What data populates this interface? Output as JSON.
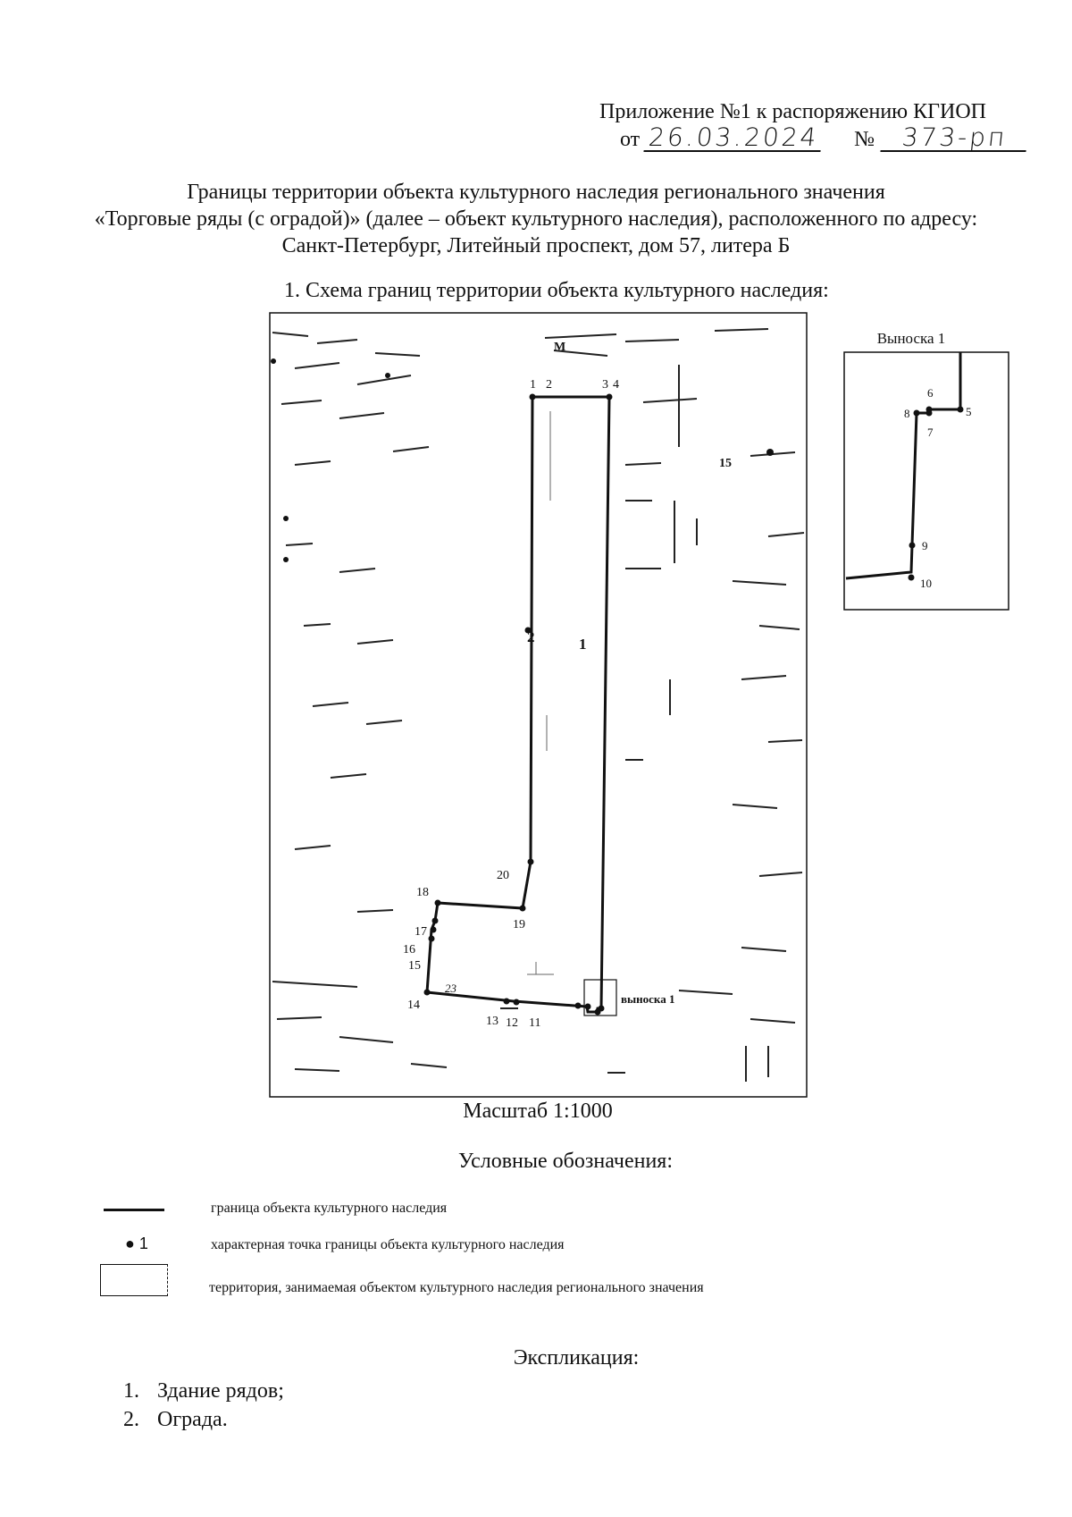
{
  "header": {
    "line1": "Приложение №1 к распоряжению КГИОП",
    "from_prefix": "от",
    "date_handwritten": "26.03.2024",
    "number_sign": "№",
    "number_handwritten": "373-рп"
  },
  "title": {
    "line1": "Границы территории объекта культурного наследия регионального значения",
    "line2": "«Торговые ряды (с оградой)» (далее – объект культурного наследия), расположенного по адресу:",
    "line3": "Санкт-Петербург, Литейный проспект, дом 57, литера Б"
  },
  "scheme": {
    "heading": "1.  Схема границ территории объекта культурного наследия:",
    "scale": "Масштаб 1:1000",
    "callout_label": "выноска 1",
    "area_label_1": "1",
    "area_label_2": "2",
    "map_fragment_1": "М",
    "map_fragment_2": "15",
    "map_fragment_3": "23",
    "point_labels": [
      "1",
      "2",
      "3",
      "4",
      "11",
      "12",
      "13",
      "14",
      "15",
      "16",
      "17",
      "18",
      "19",
      "20"
    ]
  },
  "inset": {
    "title": "Выноска 1",
    "point_labels": [
      "5",
      "6",
      "7",
      "8",
      "9",
      "10"
    ]
  },
  "legend": {
    "heading": "Условные обозначения:",
    "boundary_line": "граница объекта культурного наследия",
    "point_symbol": "1",
    "point_text": "характерная точка границы объекта культурного наследия",
    "area_text": "территория, занимаемая объектом культурного наследия регионального значения"
  },
  "explication": {
    "heading": "Экспликация:",
    "items": [
      {
        "num": "1.",
        "text": "Здание рядов;"
      },
      {
        "num": "2.",
        "text": "Ограда."
      }
    ]
  }
}
